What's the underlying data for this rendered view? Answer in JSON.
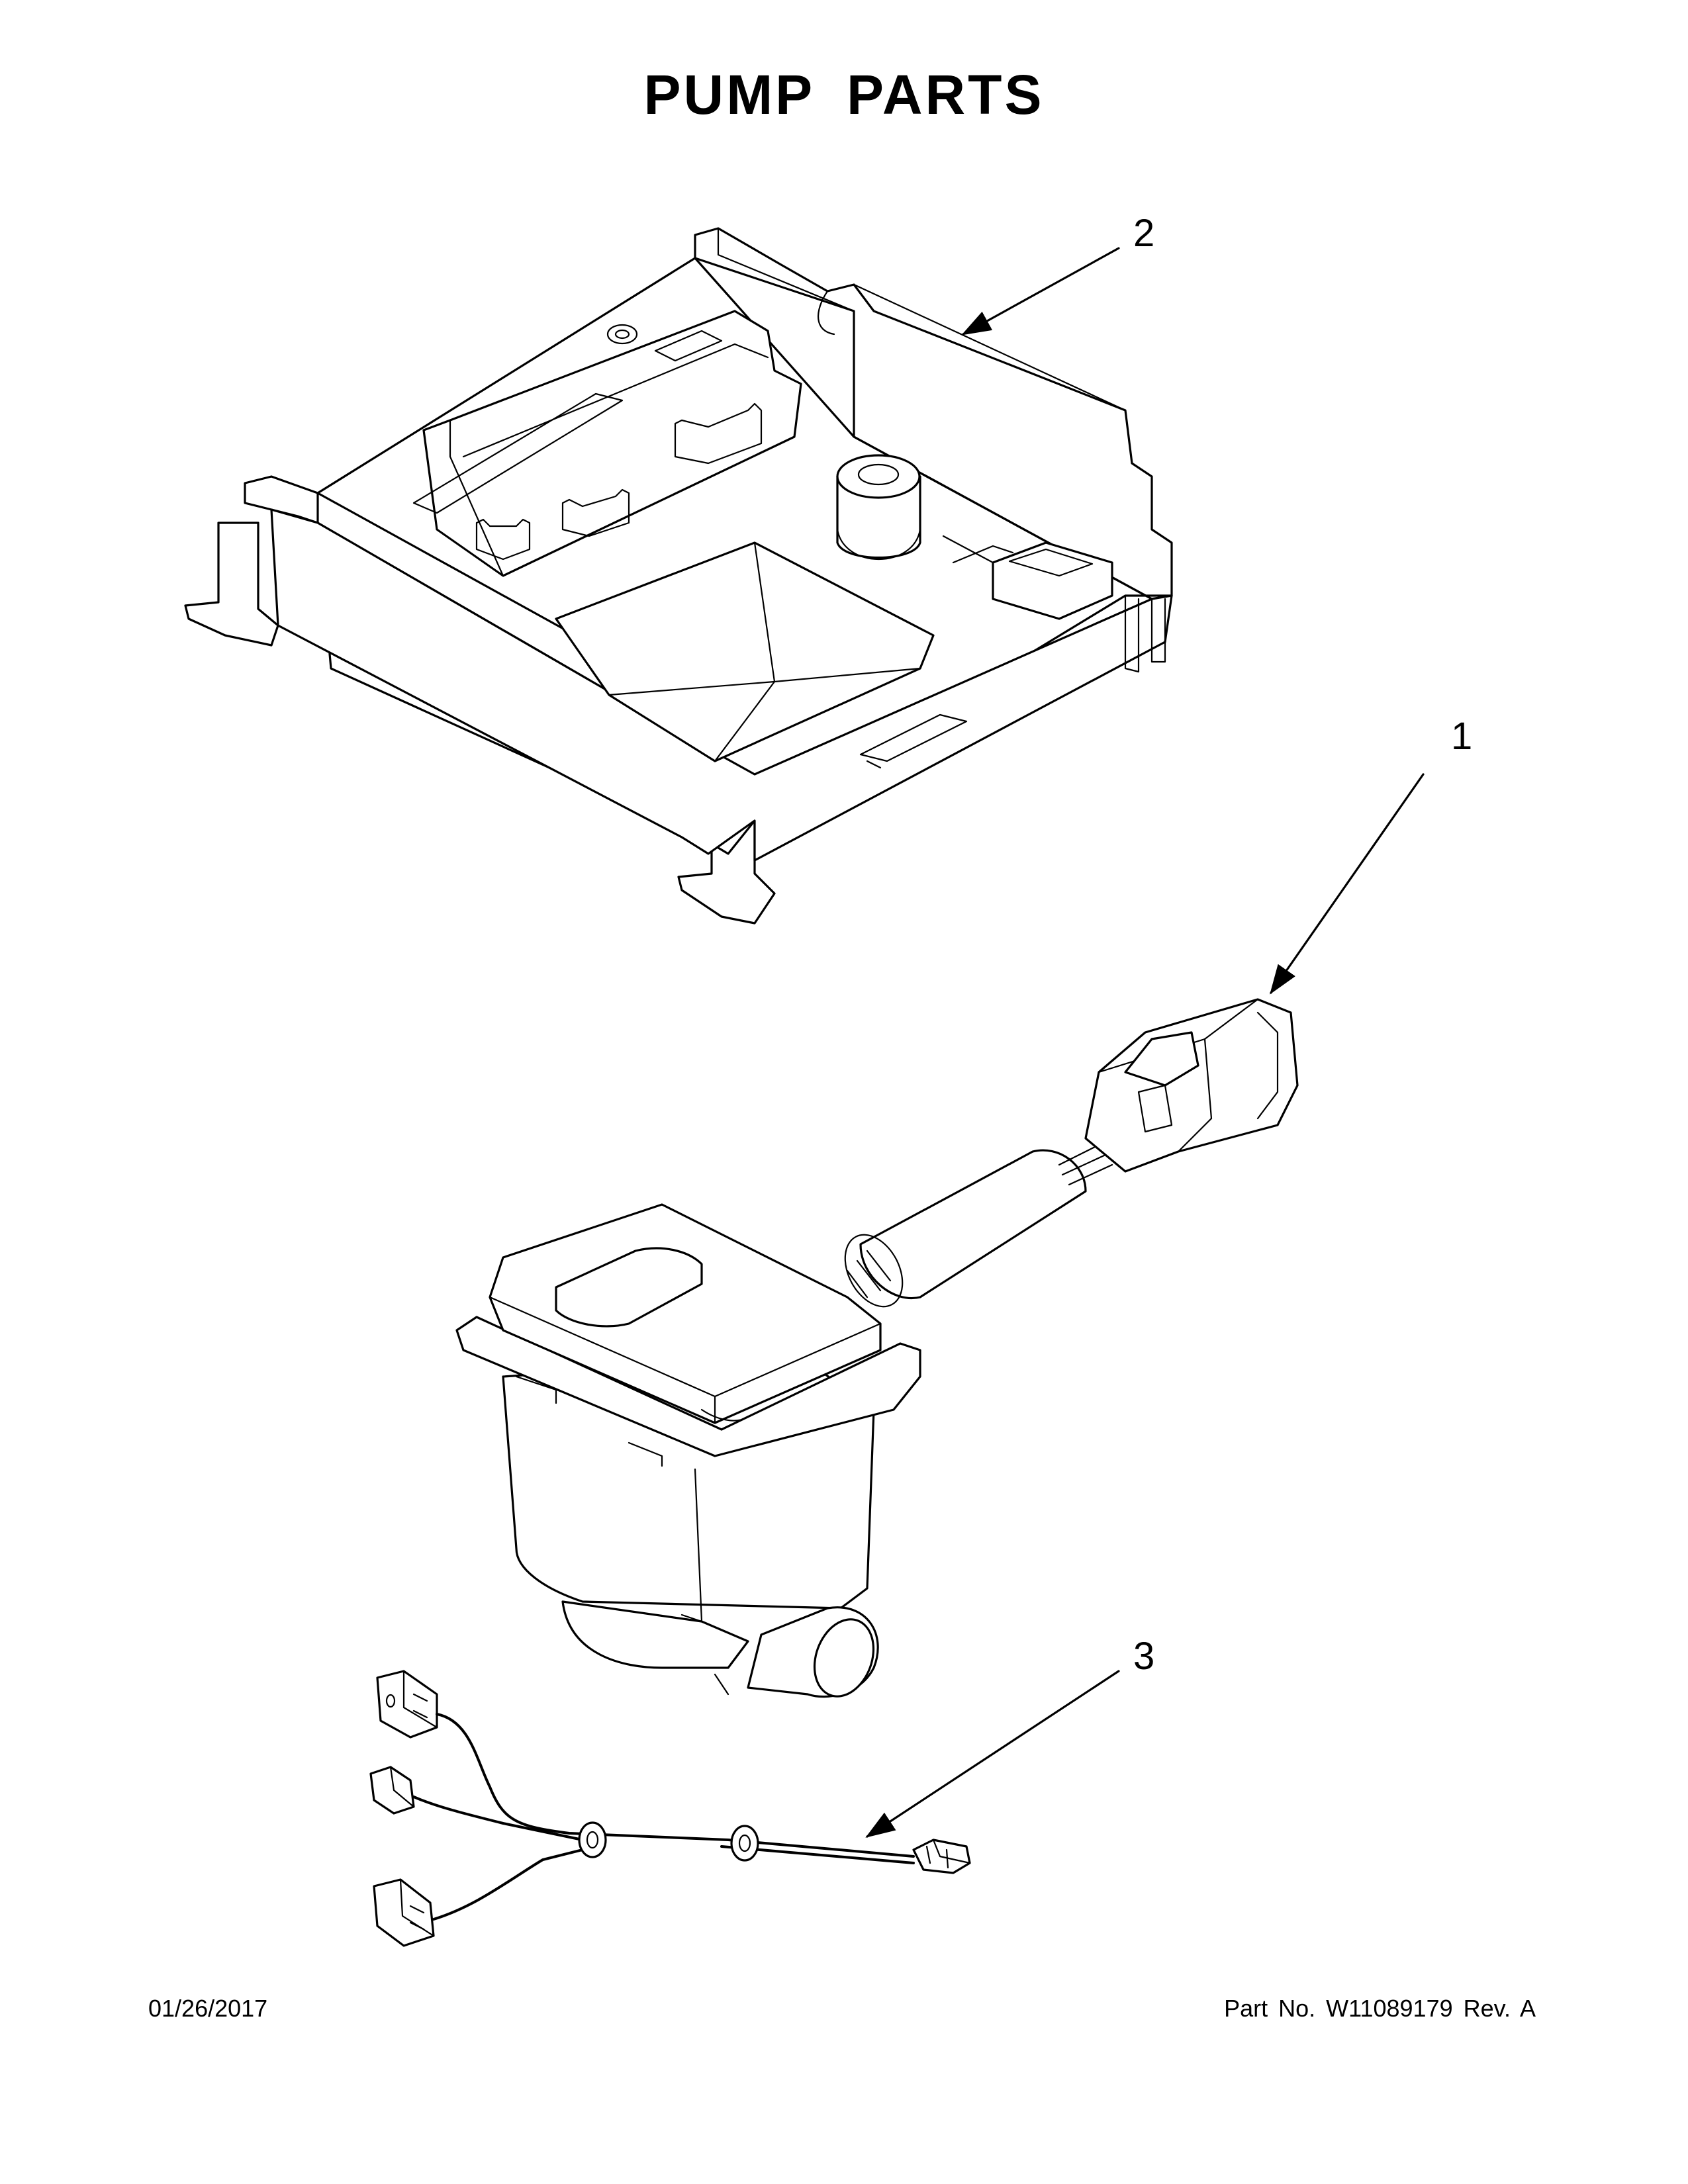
{
  "title": "PUMP  PARTS",
  "callouts": [
    {
      "number": "1",
      "part": "pump-assembly"
    },
    {
      "number": "2",
      "part": "pump-housing-tray"
    },
    {
      "number": "3",
      "part": "wire-harness"
    }
  ],
  "footer": {
    "date": "01/26/2017",
    "part_number": "Part No.  W11089179  Rev.  A"
  }
}
